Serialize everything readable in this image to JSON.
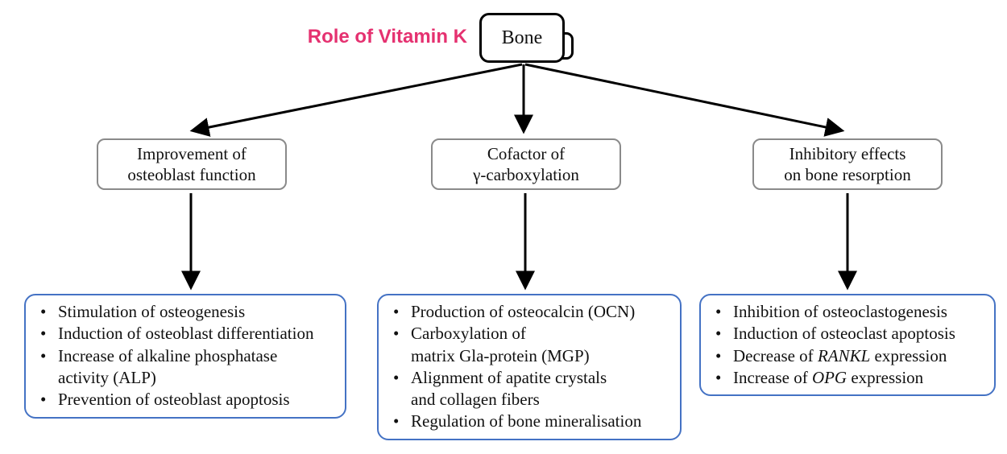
{
  "title": "Role of Vitamin K",
  "root": {
    "label": "Bone"
  },
  "colors": {
    "title": "#e53170",
    "branch_border": "#8a8a8a",
    "detail_border": "#4472c4",
    "arrow": "#000000"
  },
  "branches": [
    {
      "heading": "Improvement of\nosteoblast function",
      "bullets": [
        [
          {
            "text": "Stimulation of osteogenesis"
          }
        ],
        [
          {
            "text": "Induction of osteoblast differentiation"
          }
        ],
        [
          {
            "text": "Increase of alkaline phosphatase"
          },
          {
            "break": true
          },
          {
            "text": "activity (ALP)"
          }
        ],
        [
          {
            "text": "Prevention of osteoblast apoptosis"
          }
        ]
      ]
    },
    {
      "heading": "Cofactor of\nγ-carboxylation",
      "bullets": [
        [
          {
            "text": "Production of osteocalcin (OCN)"
          }
        ],
        [
          {
            "text": "Carboxylation of"
          },
          {
            "break": true
          },
          {
            "text": "matrix Gla-protein (MGP)"
          }
        ],
        [
          {
            "text": "Alignment of apatite crystals"
          },
          {
            "break": true
          },
          {
            "text": "and collagen fibers"
          }
        ],
        [
          {
            "text": "Regulation of bone mineralisation"
          }
        ]
      ]
    },
    {
      "heading": "Inhibitory effects\non bone resorption",
      "bullets": [
        [
          {
            "text": "Inhibition of osteoclastogenesis"
          }
        ],
        [
          {
            "text": "Induction of osteoclast apoptosis"
          }
        ],
        [
          {
            "text": "Decrease of "
          },
          {
            "text": "RANKL",
            "italic": true
          },
          {
            "text": " expression"
          }
        ],
        [
          {
            "text": "Increase of "
          },
          {
            "text": "OPG",
            "italic": true
          },
          {
            "text": " expression"
          }
        ]
      ]
    }
  ]
}
